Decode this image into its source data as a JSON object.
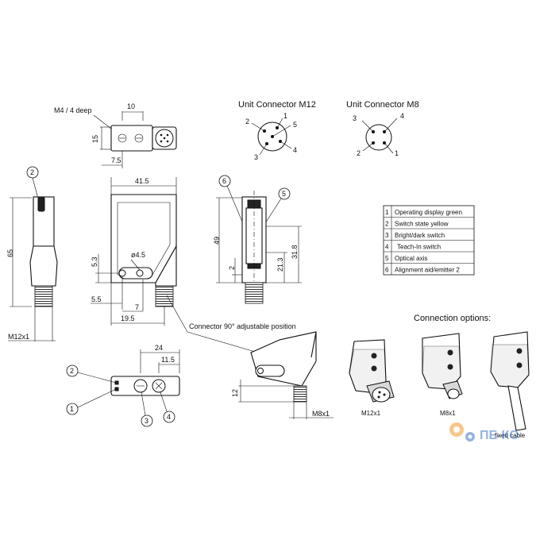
{
  "top_view": {
    "depth_label": "M4 / 4 deep",
    "dim_width": "10",
    "dim_height": "15",
    "dim_offset": "7.5"
  },
  "connectors": {
    "m12_title": "Unit Connector M12",
    "m12_pins": [
      "1",
      "2",
      "3",
      "4",
      "5"
    ],
    "m8_title": "Unit Connector M8",
    "m8_pins": [
      "1",
      "2",
      "3",
      "4"
    ]
  },
  "front_view": {
    "dim_width": "41.5",
    "dim_height": "65",
    "dim_hole": "ø4.5",
    "dim_hole_y": "5.3",
    "dim_5_5": "5.5",
    "dim_7": "7",
    "dim_19_5": "19.5",
    "thread_label": "M12x1",
    "callout_2": "2"
  },
  "side_view": {
    "dim_49": "49",
    "dim_2": "2",
    "dim_21_3": "21.3",
    "dim_31_8": "31.8",
    "callout_6": "6",
    "callout_5": "5"
  },
  "bottom_view": {
    "dim_24": "24",
    "dim_11_5": "11.5",
    "callout_1": "1",
    "callout_2": "2",
    "callout_3": "3",
    "callout_4": "4"
  },
  "connector_90": {
    "label": "Connector 90° adjustable position",
    "dim_12": "12",
    "thread_label": "M8x1"
  },
  "legend": [
    {
      "num": "1",
      "text": "Operating display green"
    },
    {
      "num": "2",
      "text": "Switch state yellow"
    },
    {
      "num": "3",
      "text": "Bright/dark switch"
    },
    {
      "num": "4",
      "text": "Teach-In switch"
    },
    {
      "num": "5",
      "text": "Optical axis"
    },
    {
      "num": "6",
      "text": "Alignment aid/emitter 2"
    }
  ],
  "connection_options": {
    "title": "Connection options:",
    "labels": [
      "M12x1",
      "M8x1",
      "fixed cable"
    ]
  },
  "watermark": "ПЕ-КО"
}
